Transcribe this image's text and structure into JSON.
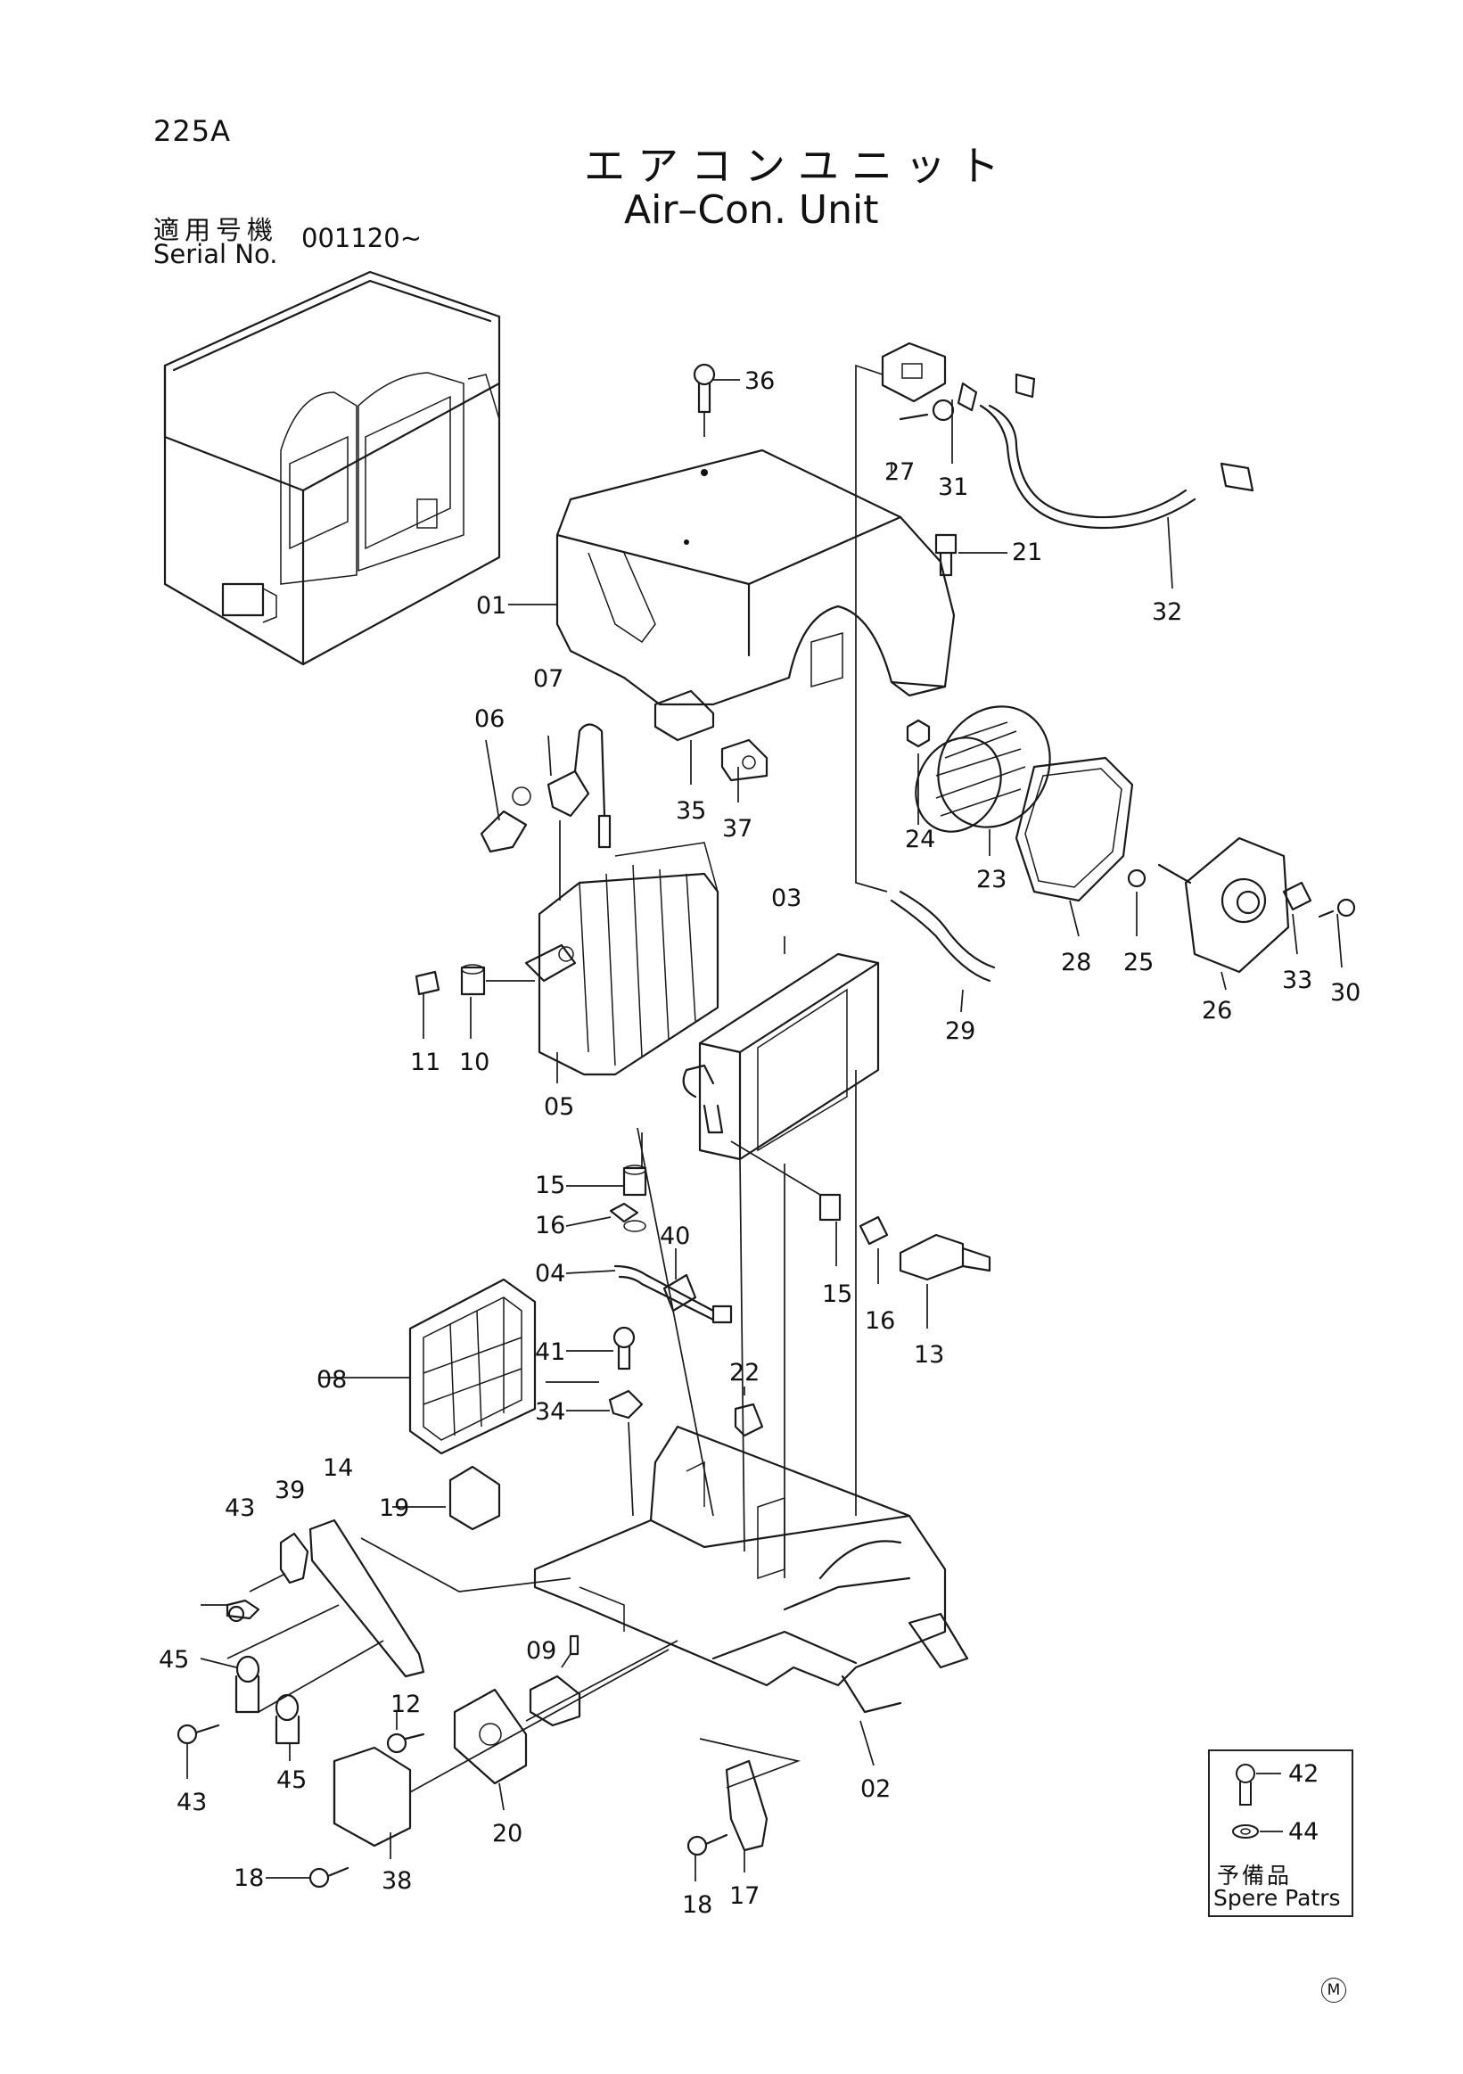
{
  "page_code": "225A",
  "title_ja": "エアコンユニット",
  "title_en": "Air–Con. Unit",
  "serial": {
    "label_ja": "適用号機",
    "label_en": "Serial No.",
    "value": "001120~"
  },
  "spare_box": {
    "label_ja": "予備品",
    "label_en": "Spere Patrs",
    "callouts": [
      "42",
      "44"
    ]
  },
  "mark": "M",
  "callouts": [
    "36",
    "27",
    "31",
    "32",
    "21",
    "01",
    "07",
    "06",
    "35",
    "37",
    "24",
    "23",
    "28",
    "25",
    "26",
    "33",
    "30",
    "03",
    "29",
    "11",
    "10",
    "05",
    "15",
    "16",
    "40",
    "04",
    "15",
    "16",
    "13",
    "08",
    "41",
    "22",
    "34",
    "19",
    "14",
    "39",
    "43",
    "45",
    "09",
    "12",
    "45",
    "43",
    "20",
    "38",
    "18",
    "18",
    "17",
    "02"
  ]
}
